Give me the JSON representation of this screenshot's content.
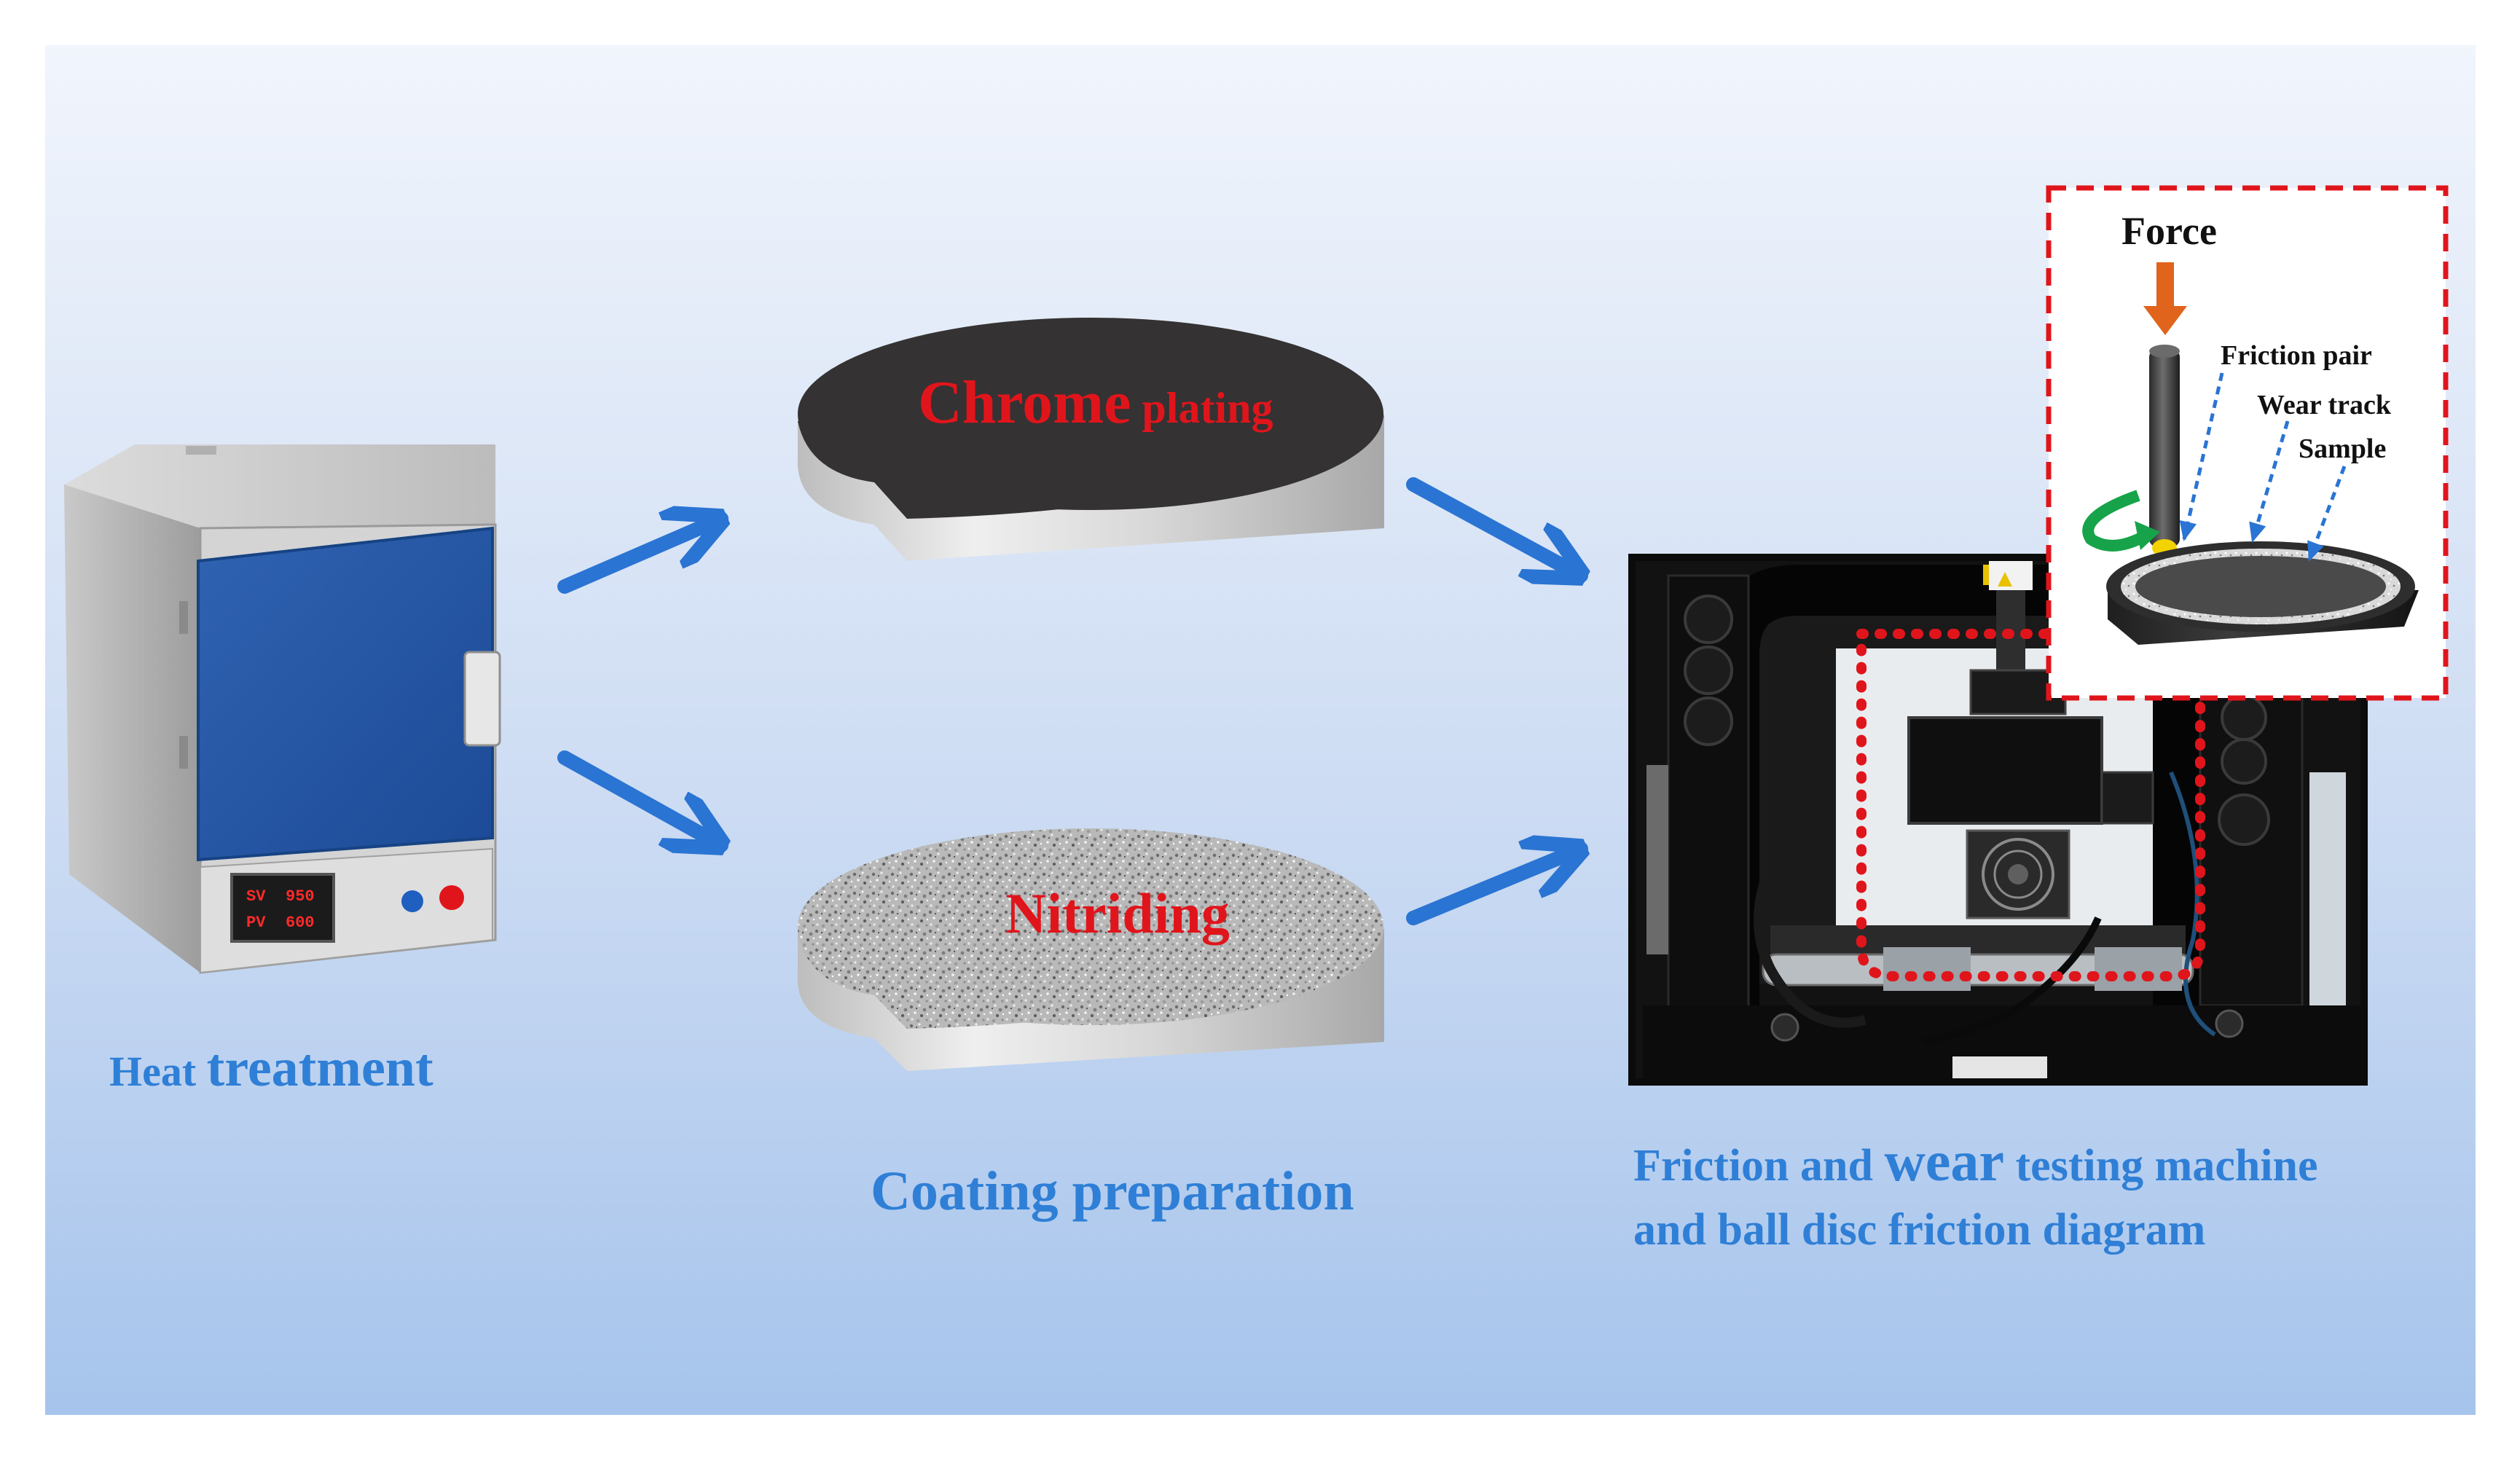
{
  "background": {
    "top": "#eef3fb",
    "bottom": "#a9c6ec",
    "arrow": "#2a74d3",
    "accent_red": "#e0151c"
  },
  "oven": {
    "display_sv_label": "SV",
    "display_sv_value": "950",
    "display_pv_label": "PV",
    "display_pv_value": "600",
    "caption_part1": "Heat ",
    "caption_part2": "treatment"
  },
  "coating": {
    "disk_top_label_big": "Chrome",
    "disk_top_label_small": " plating",
    "disk_bottom_label": "Nitriding",
    "caption": "Coating preparation"
  },
  "testing": {
    "caption_line1_a": "Friction and ",
    "caption_line1_b": "wear",
    "caption_line1_c": " testing machine",
    "caption_line2": "and ball disc friction diagram"
  },
  "inset": {
    "force_label": "Force",
    "friction_pair_label": "Friction pair",
    "wear_track_label": "Wear track",
    "sample_label": "Sample"
  }
}
